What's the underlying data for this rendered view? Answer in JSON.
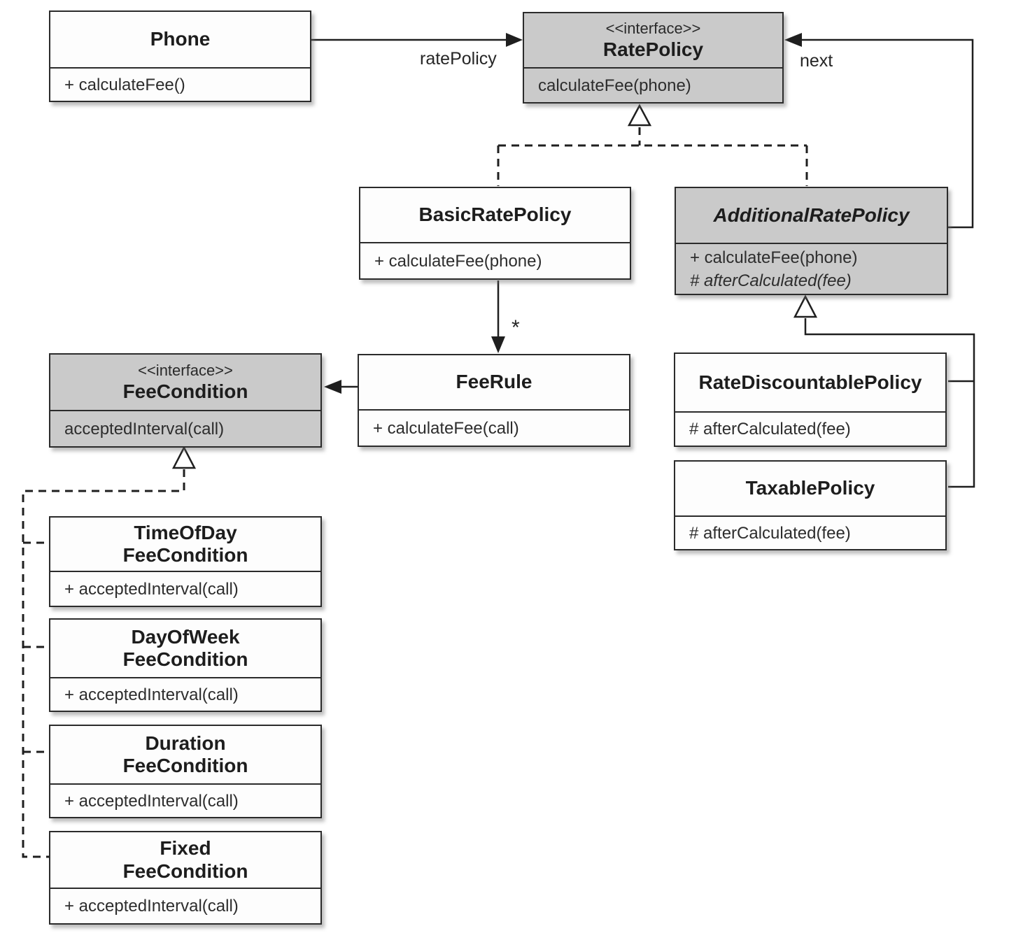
{
  "classes": {
    "phone": {
      "name": "Phone",
      "methods": [
        "+ calculateFee()"
      ]
    },
    "rate_policy": {
      "stereotype": "<<interface>>",
      "name": "RatePolicy",
      "methods": [
        "calculateFee(phone)"
      ]
    },
    "basic_rate_policy": {
      "name": "BasicRatePolicy",
      "methods": [
        "+ calculateFee(phone)"
      ]
    },
    "additional_rate_policy": {
      "name": "AdditionalRatePolicy",
      "methods": [
        "+ calculateFee(phone)",
        "# afterCalculated(fee)"
      ]
    },
    "fee_condition": {
      "stereotype": "<<interface>>",
      "name": "FeeCondition",
      "methods": [
        "acceptedInterval(call)"
      ]
    },
    "fee_rule": {
      "name": "FeeRule",
      "methods": [
        "+ calculateFee(call)"
      ]
    },
    "rate_discountable_policy": {
      "name": "RateDiscountablePolicy",
      "methods": [
        "# afterCalculated(fee)"
      ]
    },
    "taxable_policy": {
      "name": "TaxablePolicy",
      "methods": [
        "# afterCalculated(fee)"
      ]
    },
    "time_of_day_fee_condition": {
      "name_line1": "TimeOfDay",
      "name_line2": "FeeCondition",
      "methods": [
        "+ acceptedInterval(call)"
      ]
    },
    "day_of_week_fee_condition": {
      "name_line1": "DayOfWeek",
      "name_line2": "FeeCondition",
      "methods": [
        "+ acceptedInterval(call)"
      ]
    },
    "duration_fee_condition": {
      "name_line1": "Duration",
      "name_line2": "FeeCondition",
      "methods": [
        "+ acceptedInterval(call)"
      ]
    },
    "fixed_fee_condition": {
      "name_line1": "Fixed",
      "name_line2": "FeeCondition",
      "methods": [
        "+ acceptedInterval(call)"
      ]
    }
  },
  "edge_labels": {
    "rate_policy_role": "ratePolicy",
    "next_role": "next",
    "fee_rule_multiplicity": "*"
  },
  "colors": {
    "interface_fill": "#cacaca",
    "class_fill": "#fdfdfd",
    "border_color": "#2b2b2b",
    "line_color": "#1f1f1f"
  }
}
